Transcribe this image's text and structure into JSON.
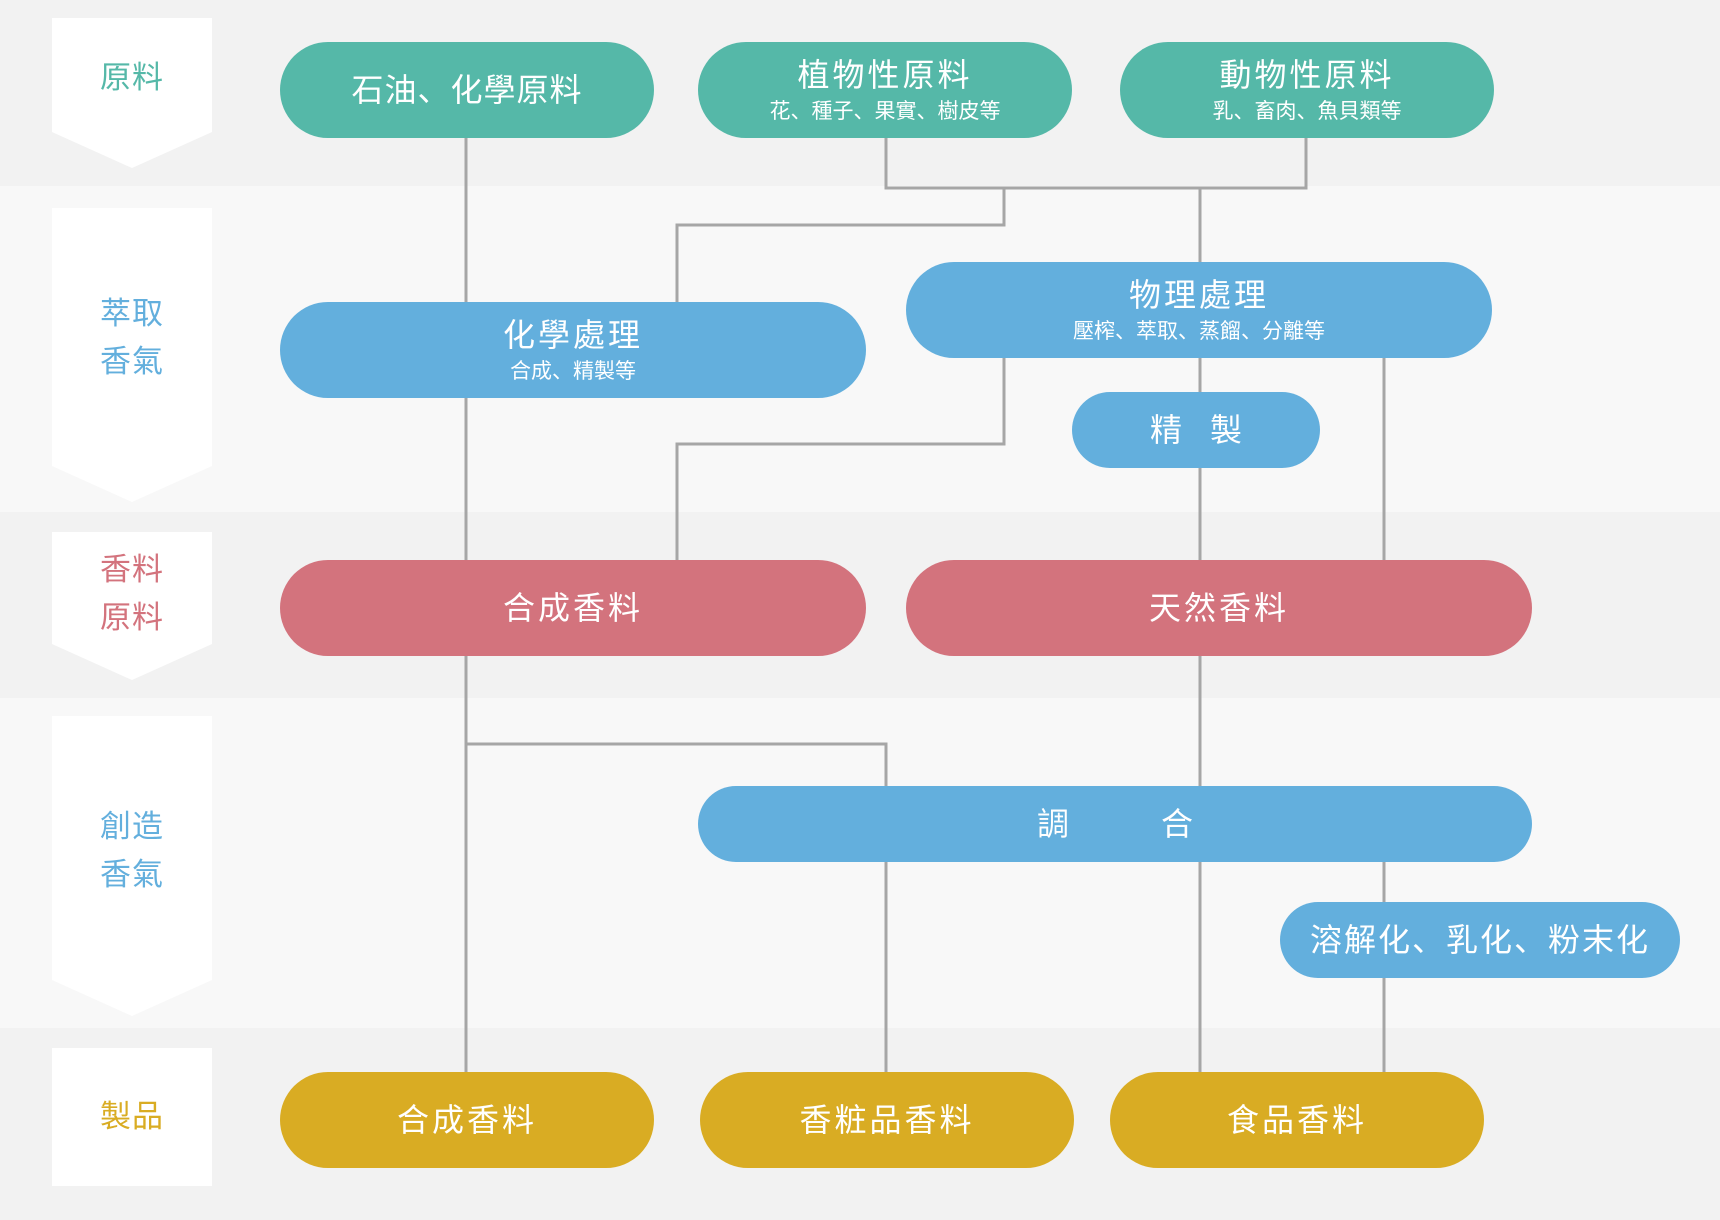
{
  "colors": {
    "raw_material": "#55b8a8",
    "process": "#63afdd",
    "fragrance_material": "#d3737d",
    "product": "#d9ac23",
    "connector": "#a6a6a6",
    "band_dark": "#f2f2f2",
    "band_light": "#f8f8f8"
  },
  "stages": {
    "raw": {
      "label": "原料",
      "color": "#55b8a8"
    },
    "extract": {
      "label": "萃取\n香氣",
      "color": "#63afdd"
    },
    "material": {
      "label": "香料\n原料",
      "color": "#d3737d"
    },
    "create": {
      "label": "創造\n香氣",
      "color": "#63afdd"
    },
    "product": {
      "label": "製品",
      "color": "#d9ac23"
    }
  },
  "nodes": {
    "petroleum": {
      "title": "石油、化學原料"
    },
    "plant": {
      "title": "植物性原料",
      "sub": "花、種子、果實、樹皮等"
    },
    "animal": {
      "title": "動物性原料",
      "sub": "乳、畜肉、魚貝類等"
    },
    "chemical": {
      "title": "化學處理",
      "sub": "合成、精製等"
    },
    "physical": {
      "title": "物理處理",
      "sub": "壓榨、萃取、蒸餾、分離等"
    },
    "refine": {
      "title": "精製"
    },
    "synthetic_material": {
      "title": "合成香料"
    },
    "natural_material": {
      "title": "天然香料"
    },
    "blend": {
      "title": "調合"
    },
    "dissolve": {
      "title": "溶解化、乳化、粉末化"
    },
    "synthetic_product": {
      "title": "合成香料"
    },
    "cosmetic": {
      "title": "香粧品香料"
    },
    "food": {
      "title": "食品香料"
    }
  }
}
